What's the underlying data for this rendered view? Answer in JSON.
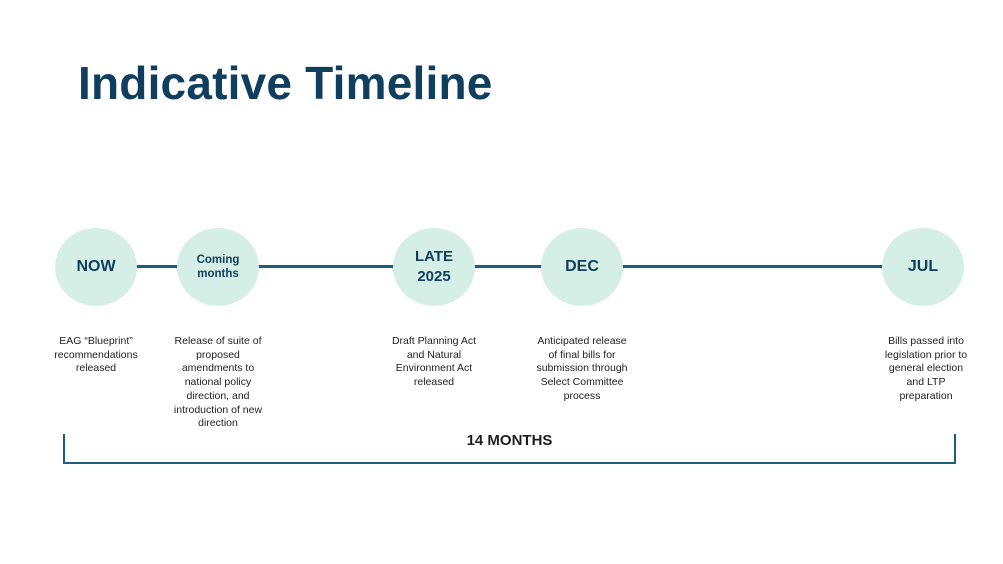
{
  "title": "Indicative Timeline",
  "milestones": [
    {
      "label": "NOW",
      "description": "EAG “Blueprint”\nrecommendations\nreleased"
    },
    {
      "label": "Coming\nmonths",
      "description": "Release of suite of\nproposed\namendments to\nnational policy\ndirection, and\nintroduction of new\ndirection"
    },
    {
      "label": "LATE\n2025",
      "description": "Draft Planning Act\nand Natural\nEnvironment Act\nreleased"
    },
    {
      "label": "DEC",
      "description": "Anticipated release\nof final bills for\nsubmission through\nSelect Committee\nprocess"
    },
    {
      "label": "JUL",
      "description": "Bills passed into\nlegislation prior to\ngeneral election\nand LTP\npreparation"
    }
  ],
  "duration_label": "14 MONTHS",
  "colors": {
    "title": "#0f3e5e",
    "line": "#1d5f7a",
    "circle_fill": "#d6efe6",
    "circle_text": "#0f3e5e"
  }
}
